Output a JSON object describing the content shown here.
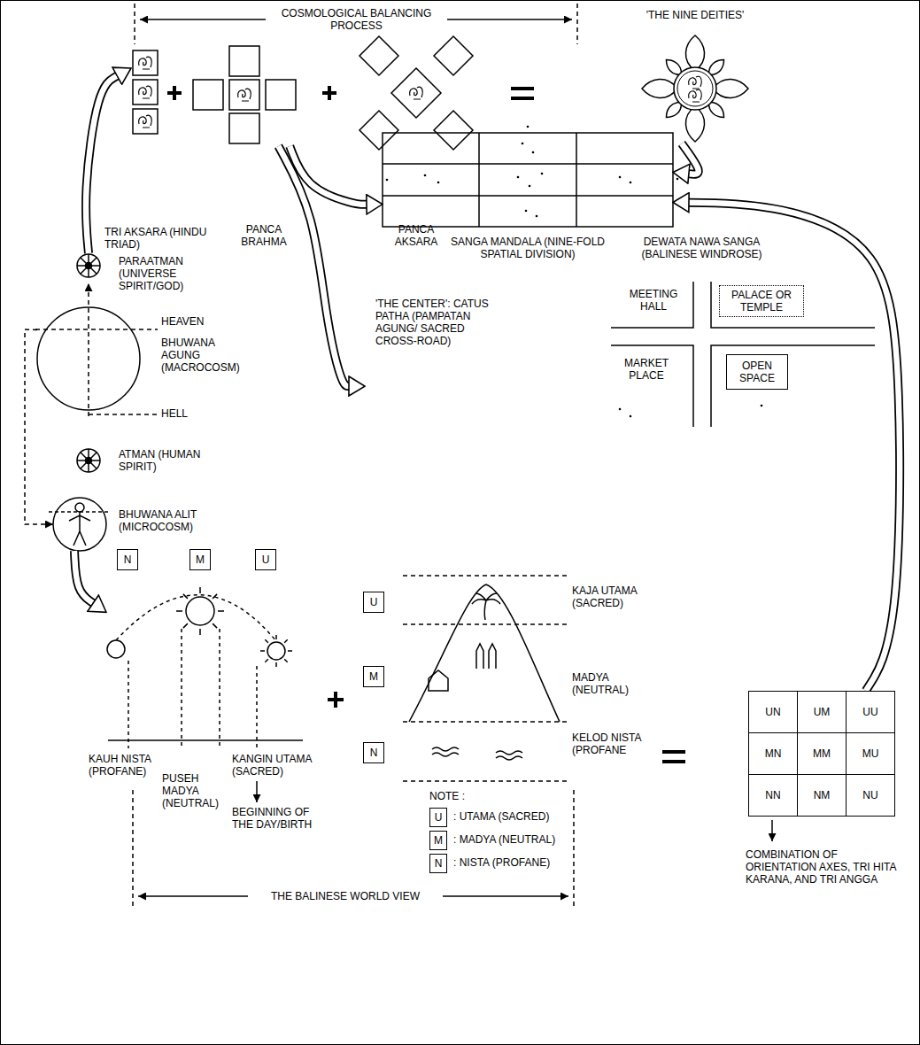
{
  "diagram": {
    "nodes": [
      {
        "text": [
          "TRI AKSARA (HINDU TRIAD)"
        ]
      },
      {
        "text": [
          "PANCA BRAHMA"
        ]
      },
      {
        "text": [
          "PANCA AKSARA"
        ]
      },
      {
        "text": [
          "'THE NINE DEITIES'",
          "DEWATA NAWA SANGA (BALINESE WINDROSE)"
        ]
      },
      {
        "text": [
          "SANGA MANDALA (NINE-FOLD SPATIAL DIVISION)"
        ]
      },
      {
        "text": [
          "PARAATMAN (UNIVERSE SPIRIT/GOD)"
        ]
      },
      {
        "text": [
          "'THE CENTER': CATUS PATHA (PAMPATAN AGUNG/ SACRED CROSS-ROAD)"
        ]
      },
      {
        "text": [
          "MEETING HALL"
        ],
        "in": 6
      },
      {
        "text": [
          "PALACE OR TEMPLE"
        ],
        "in": 6
      },
      {
        "text": [
          "MARKET PLACE"
        ],
        "in": 6
      },
      {
        "text": [
          "OPEN SPACE"
        ],
        "in": 6
      },
      {
        "text": [
          "HEAVEN",
          "BHUWANA AGUNG (MACROCOSM)",
          "HELL"
        ]
      },
      {
        "text": [
          "ATMAN (HUMAN SPIRIT)"
        ]
      },
      {
        "text": [
          "BHUWANA ALIT (MICROCOSM)"
        ]
      },
      {
        "text": [
          "KAUH NISTA (PROFANE)",
          "PUSEH MADYA (NEUTRAL)",
          "KANGIN UTAMA (SACRED)",
          "BEGINNING OF THE DAY/BIRTH"
        ]
      },
      {
        "text": [
          "N"
        ],
        "in": 14
      },
      {
        "text": [
          "M"
        ],
        "in": 14
      },
      {
        "text": [
          "U"
        ],
        "in": 14
      },
      {
        "text": [
          "KAJA UTAMA (SACRED)",
          "MADYA (NEUTRAL)",
          "KELOD NISTA (PROFANE"
        ]
      },
      {
        "text": [
          "U"
        ],
        "in": 18
      },
      {
        "text": [
          "M"
        ],
        "in": 18
      },
      {
        "text": [
          "N"
        ],
        "in": 18
      },
      {
        "text": [
          "COMBINATION OF ORIENTATION AXES, TRI HITA KARANA, AND TRI ANGGA"
        ]
      },
      {
        "text": [
          "UN"
        ],
        "in": 22
      },
      {
        "text": [
          "UM"
        ],
        "in": 22
      },
      {
        "text": [
          "UU"
        ],
        "in": 22
      },
      {
        "text": [
          "MN"
        ],
        "in": 22
      },
      {
        "text": [
          "MM"
        ],
        "in": 22
      },
      {
        "text": [
          "MU"
        ],
        "in": 22
      },
      {
        "text": [
          "NN"
        ],
        "in": 22
      },
      {
        "text": [
          "NM"
        ],
        "in": 22
      },
      {
        "text": [
          "NU"
        ],
        "in": 22
      },
      {
        "text": [
          "U"
        ]
      },
      {
        "text": [
          "M"
        ]
      },
      {
        "text": [
          "N"
        ]
      }
    ],
    "edges": [
      {
        "from": 5,
        "to": 0,
        "arrow": "to"
      },
      {
        "from": 1,
        "to": 4,
        "arrow": "to"
      },
      {
        "from": 1,
        "to": 6,
        "arrow": "to"
      },
      {
        "from": 3,
        "to": 4,
        "arrow": "to"
      },
      {
        "from": 22,
        "to": 4,
        "arrow": "to"
      },
      {
        "from": 11,
        "to": 13,
        "arrow": "to"
      },
      {
        "from": 13,
        "to": 14,
        "arrow": "to"
      }
    ],
    "labels": [
      "COSMOLOGICAL BALANCING PROCESS",
      "NOTE :",
      ": UTAMA (SACRED)",
      ": MADYA (NEUTRAL)",
      ": NISTA (PROFANE)",
      "THE BALINESE WORLD VIEW"
    ]
  }
}
